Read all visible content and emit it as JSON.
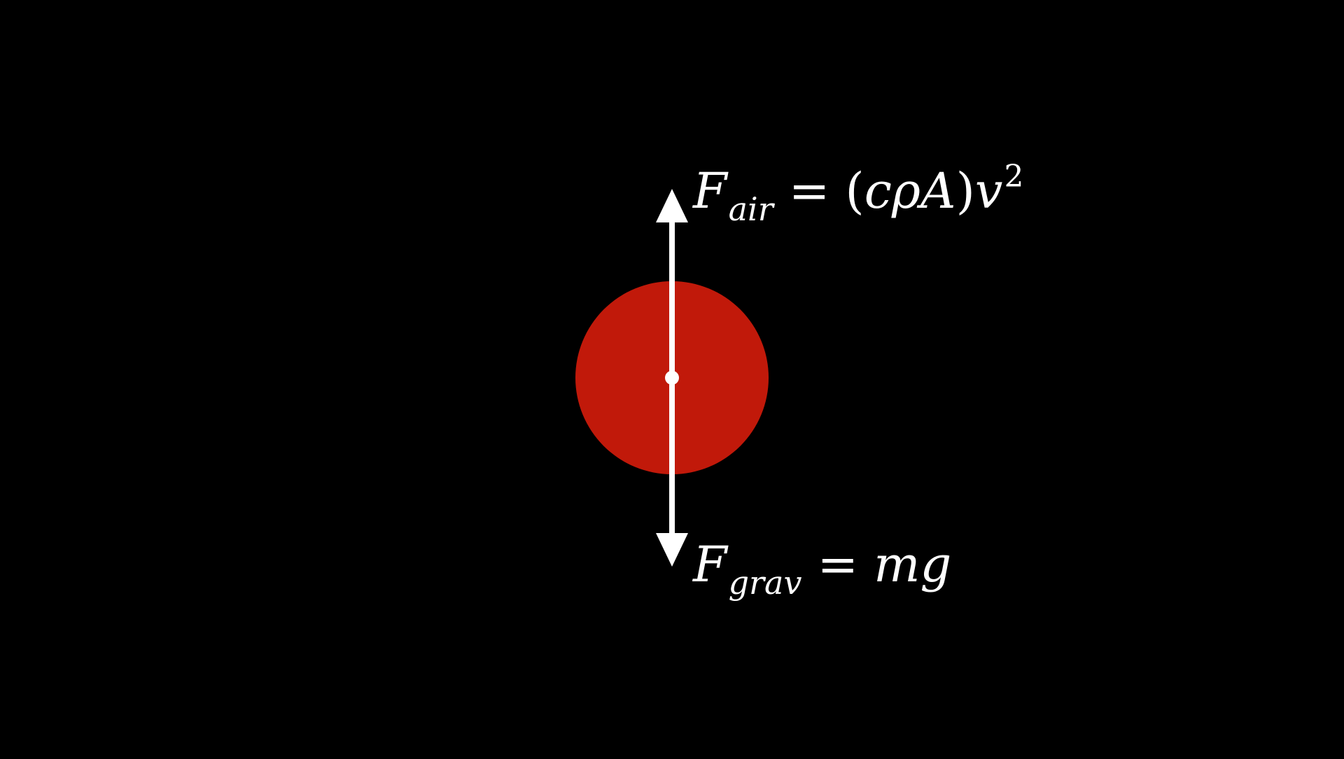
{
  "colors": {
    "background": "#000000",
    "ball": "#c1190a",
    "foreground": "#ffffff"
  },
  "diagram": {
    "air_force": {
      "symbol": "F",
      "subscript": "air",
      "equals": "=",
      "paren_open": "(",
      "coefficients": "cρA",
      "paren_close": ")",
      "velocity": "v",
      "exponent": "2"
    },
    "gravity_force": {
      "symbol": "F",
      "subscript": "grav",
      "equals": "=",
      "rhs": "mg"
    }
  }
}
